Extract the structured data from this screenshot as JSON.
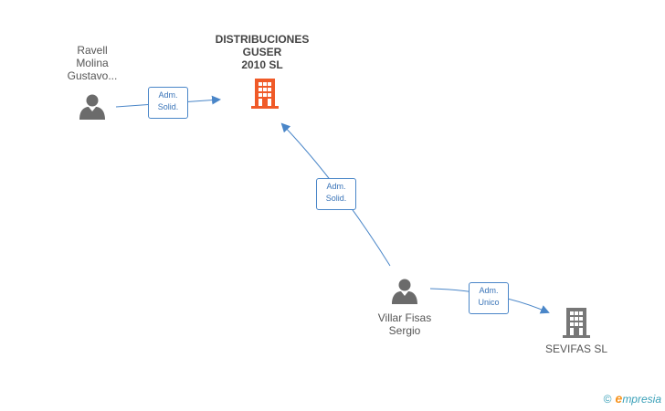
{
  "nodes": {
    "ravell": {
      "lines": [
        "Ravell",
        "Molina",
        "Gustavo..."
      ],
      "kind": "person"
    },
    "distribuciones": {
      "lines": [
        "DISTRIBUCIONES",
        "GUSER",
        "2010 SL"
      ],
      "kind": "company",
      "color": "#f05a28"
    },
    "villar": {
      "lines": [
        "Villar Fisas",
        "Sergio"
      ],
      "kind": "person"
    },
    "sevifas": {
      "lines": [
        "SEVIFAS SL"
      ],
      "kind": "company",
      "color": "#777777"
    }
  },
  "edges": {
    "e1": {
      "lines": [
        "Adm.",
        "Solid."
      ]
    },
    "e2": {
      "lines": [
        "Adm.",
        "Solid."
      ]
    },
    "e3": {
      "lines": [
        "Adm.",
        "Unico"
      ]
    }
  },
  "colors": {
    "edge": "#4a86c8",
    "person": "#6b6b6b"
  },
  "watermark": {
    "symbol": "©",
    "brand_e": "e",
    "brand_rest": "mpresia"
  }
}
